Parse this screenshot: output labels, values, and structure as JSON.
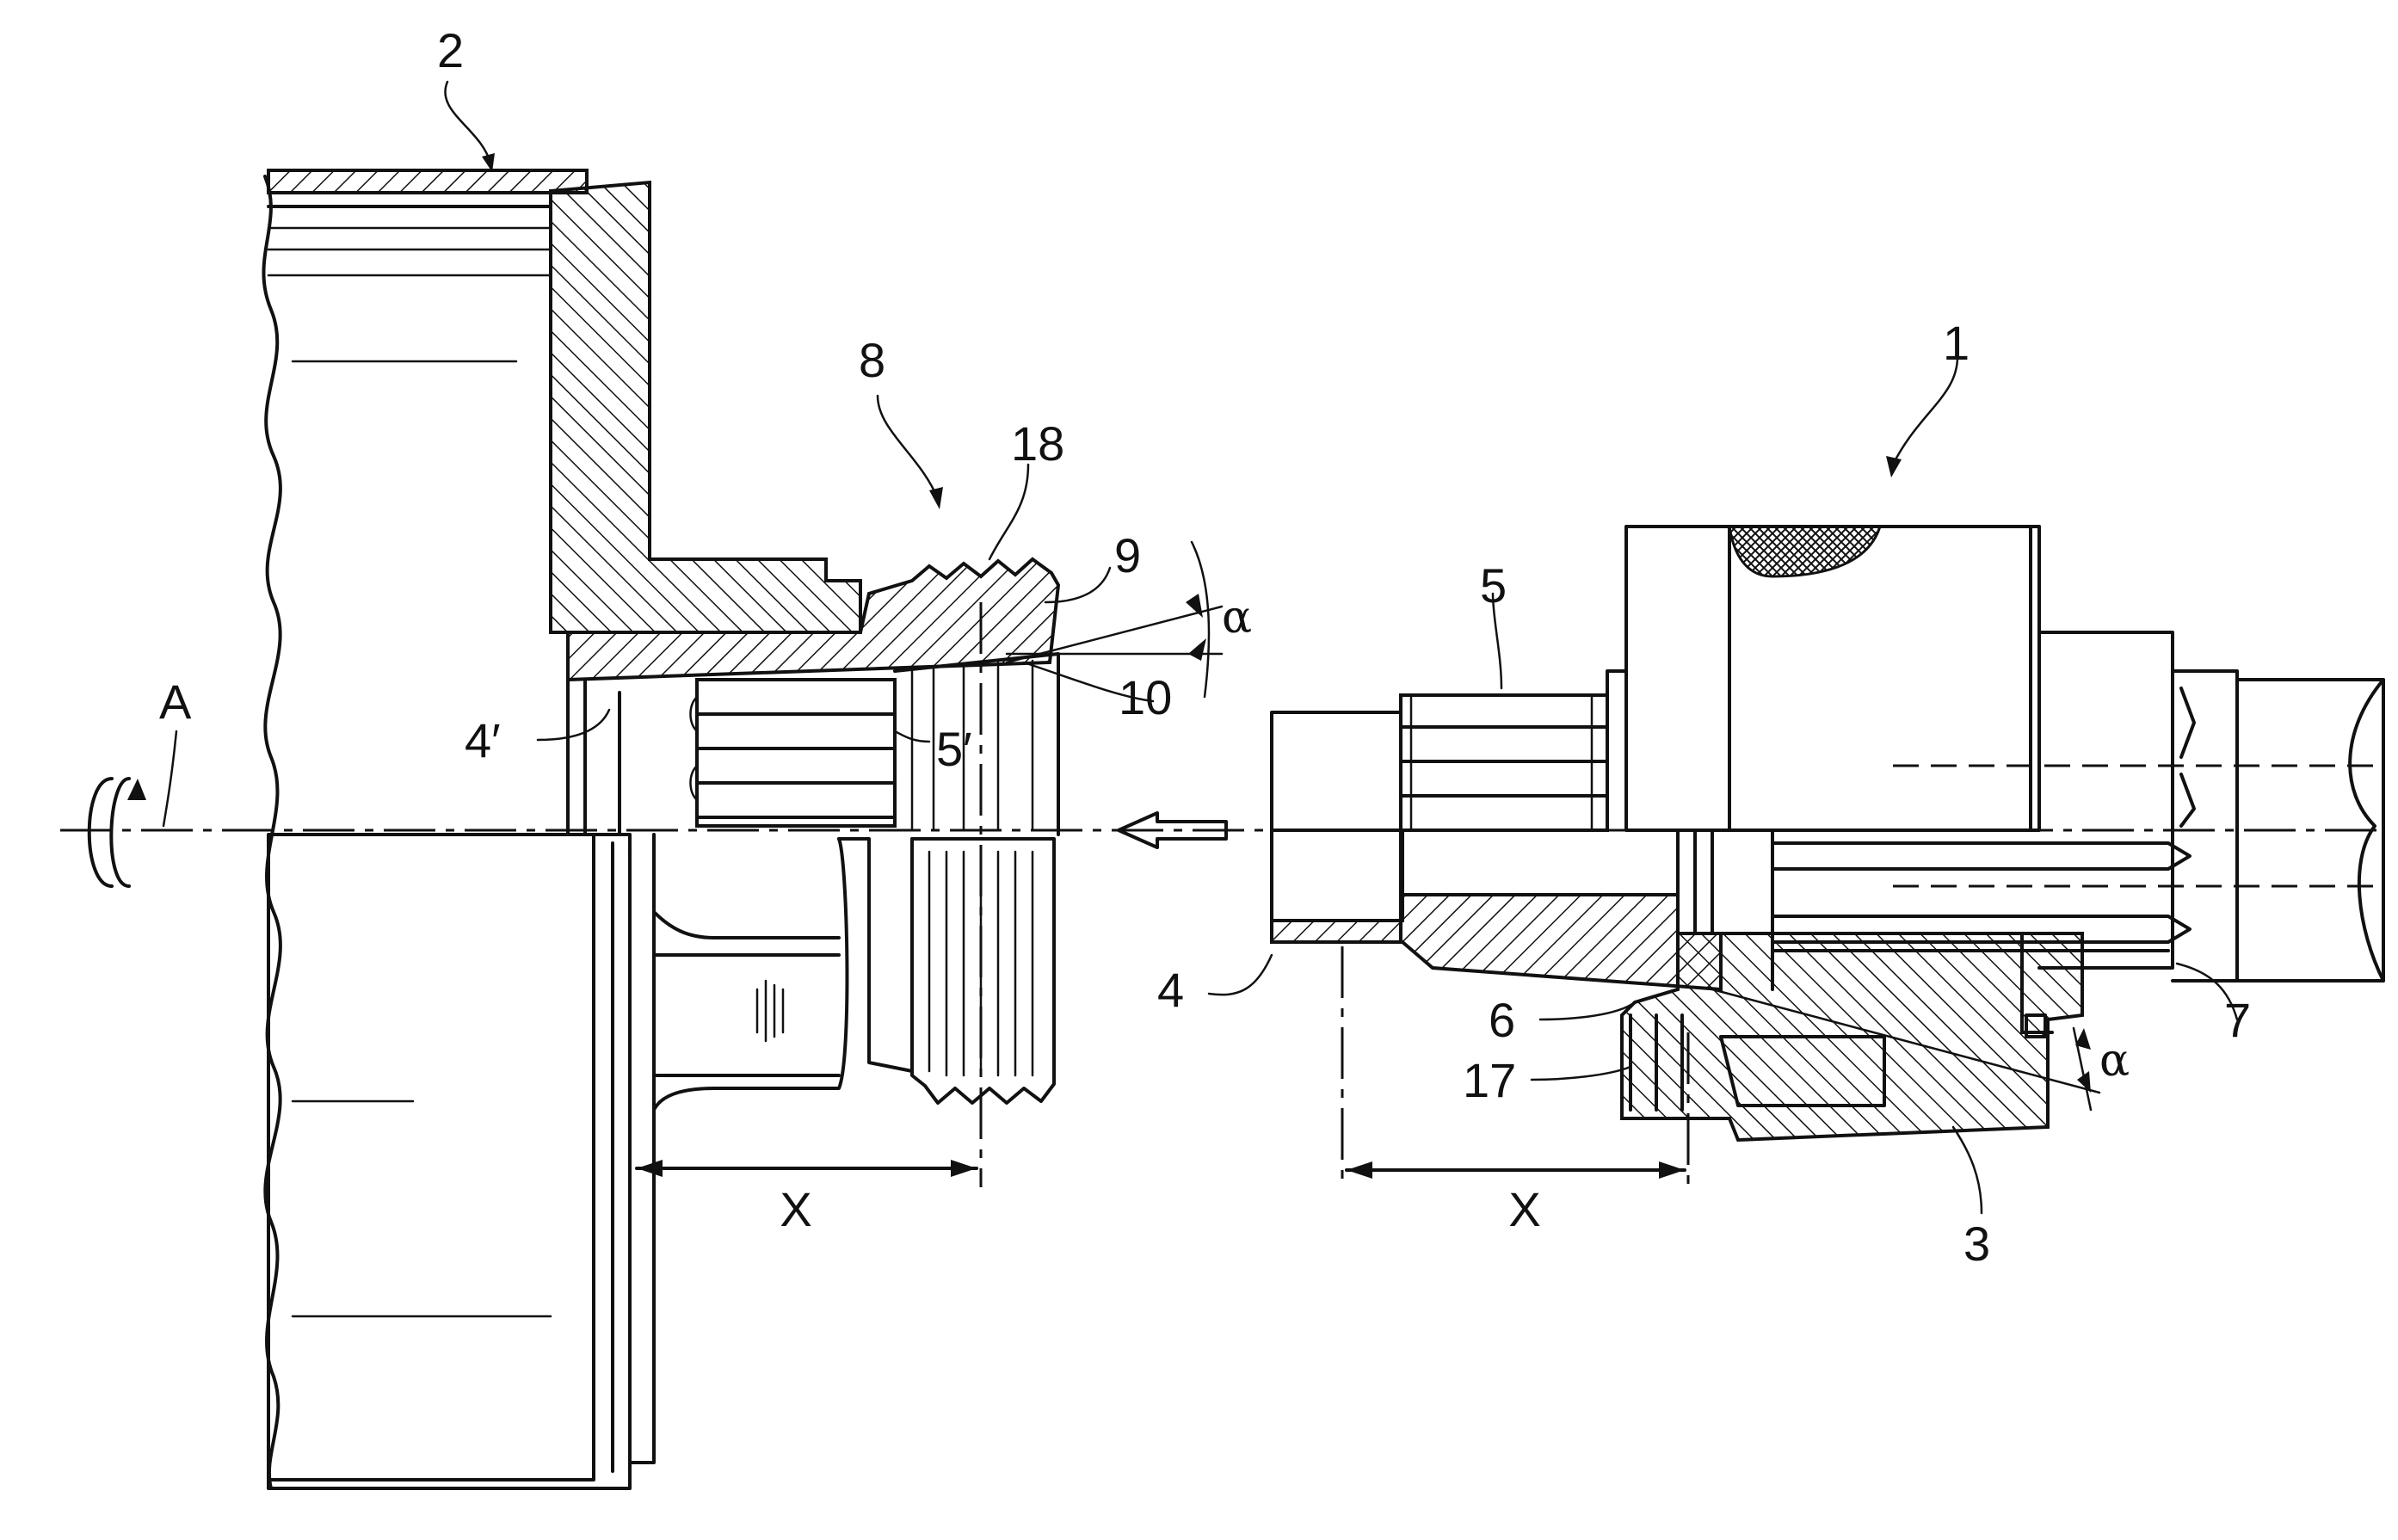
{
  "labels": {
    "part_2": "2",
    "part_1": "1",
    "part_8": "8",
    "part_18": "18",
    "part_9": "9",
    "part_10": "10",
    "alpha_top": "α",
    "alpha_bottom": "α",
    "part_5": "5",
    "part_5prime": "5′",
    "part_4prime": "4′",
    "part_4": "4",
    "part_6": "6",
    "part_17": "17",
    "part_7": "7",
    "part_3": "3",
    "axis_A": "A",
    "dim_X_left": "X",
    "dim_X_right": "X"
  }
}
